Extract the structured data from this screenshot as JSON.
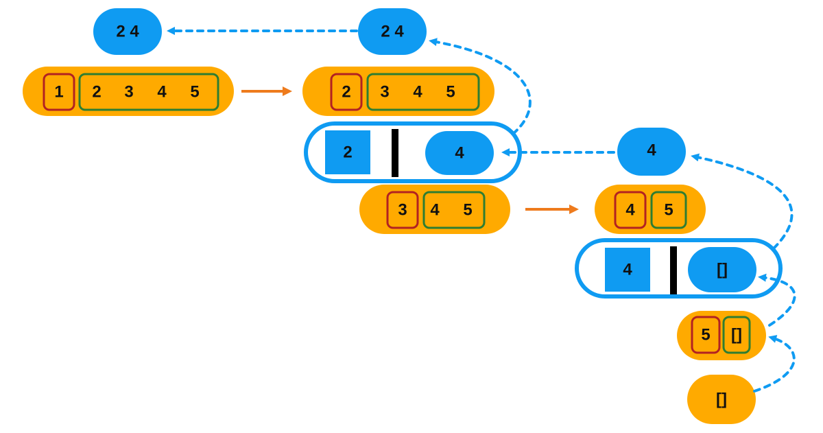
{
  "colors": {
    "orange": "#FFAA00",
    "blue": "#0F9BF2",
    "head_border": "#B22222",
    "tail_border": "#2E7D32",
    "step_arrow": "#EE7B1D",
    "divider": "#000000",
    "text": "#111111"
  },
  "result_top_left": "2 4",
  "result_top_right": "2 4",
  "list_a": {
    "head": "1",
    "tail": [
      "2",
      "3",
      "4",
      "5"
    ]
  },
  "list_b": {
    "head": "2",
    "tail": [
      "3",
      "4",
      "5"
    ]
  },
  "cons_1": {
    "head": "2",
    "rest": "4"
  },
  "list_c": {
    "head": "3",
    "tail": [
      "4",
      "5"
    ]
  },
  "list_d": {
    "head": "4",
    "tail": [
      "5"
    ]
  },
  "result_mid": "4",
  "cons_2": {
    "head": "4",
    "rest": "[]"
  },
  "list_e": {
    "head": "5",
    "tail": [
      "[]"
    ]
  },
  "empty_list": "[]"
}
